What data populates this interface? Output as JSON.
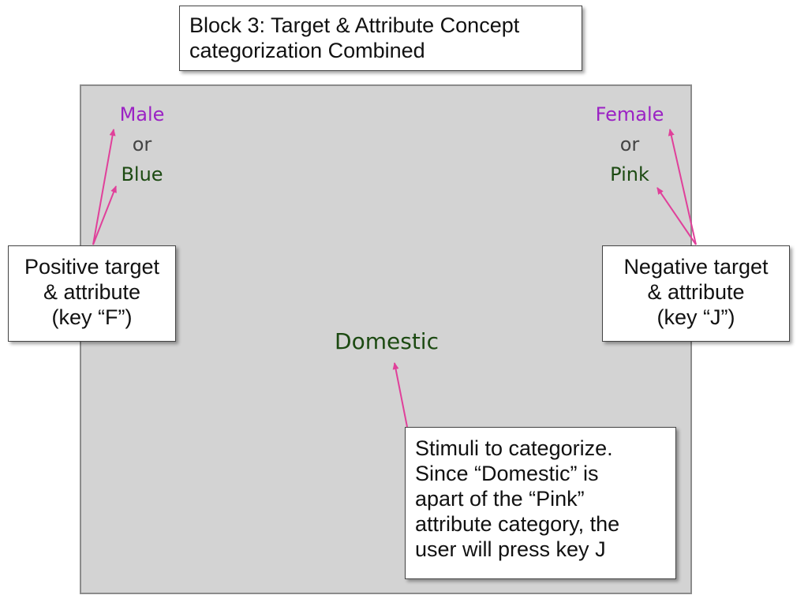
{
  "title": [
    "Block 3: Target & Attribute Concept",
    "categorization Combined"
  ],
  "left_category": {
    "target": "Male",
    "connector": "or",
    "attribute": "Blue"
  },
  "right_category": {
    "target": "Female",
    "connector": "or",
    "attribute": "Pink"
  },
  "stimulus": "Domestic",
  "left_callout": [
    "Positive target",
    "& attribute",
    "(key “F”)"
  ],
  "right_callout": [
    "Negative target",
    "& attribute",
    "(key “J”)"
  ],
  "stimulus_callout": [
    "Stimuli to categorize.",
    "Since “Domestic” is",
    "apart of the “Pink”",
    "attribute category, the",
    "user will press key J"
  ],
  "colors": {
    "target_text": "#9b22c4",
    "connector_text": "#444444",
    "attribute_text": "#1c4a12",
    "arrow": "#e0409a",
    "screen_bg": "#d3d3d3"
  }
}
